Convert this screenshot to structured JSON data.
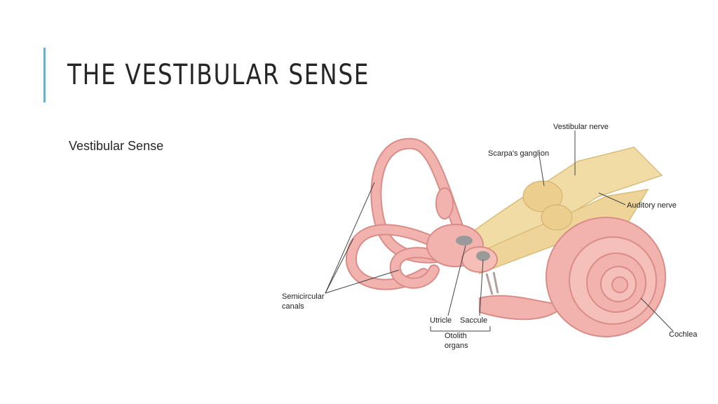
{
  "slide": {
    "title": "THE VESTIBULAR SENSE",
    "bullet": "Vestibular Sense"
  },
  "diagram": {
    "labels": {
      "vestibular_nerve": "Vestibular nerve",
      "scarpas_ganglion": "Scarpa's ganglion",
      "auditory_nerve": "Auditory nerve",
      "semicircular_canals_1": "Semicircular",
      "semicircular_canals_2": "canals",
      "utricle": "Utricle",
      "saccule": "Saccule",
      "otolith_1": "Otolith",
      "otolith_2": "organs",
      "cochlea": "Cochlea"
    },
    "colors": {
      "canal_pink": "#f2b3ae",
      "canal_outline": "#d98c88",
      "nerve_yellow": "#f1dca6",
      "otolith_gray": "#9a9a9a",
      "accent": "#5fb3cf"
    }
  }
}
